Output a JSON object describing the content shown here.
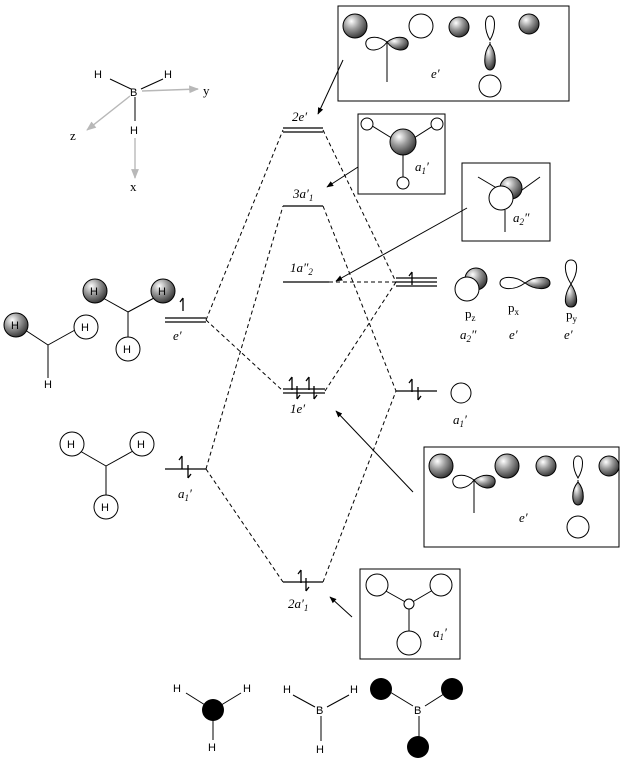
{
  "axes": {
    "h1": "H",
    "h2": "H",
    "boron": "B",
    "h3": "H",
    "y": "y",
    "z": "z",
    "x": "x"
  },
  "mo_labels": {
    "two_e_prime": "2e′",
    "three_a1_prime": "3a′",
    "three_a1_sub": "1",
    "one_a2_dprime": "1a″",
    "one_a2_sub": "2",
    "one_e_prime": "1e′",
    "two_a1_prime": "2a′",
    "two_a1_sub": "1"
  },
  "left_labels": {
    "e_prime": "e′",
    "a1_prime": "a",
    "a1_sub": "1",
    "a1_tick": "′"
  },
  "right_orbitals": {
    "pz": "p",
    "pz_sub": "z",
    "px": "p",
    "px_sub": "x",
    "py": "p",
    "py_sub": "y",
    "sym_pz": "a",
    "sym_pz_sub": "2",
    "sym_pz_tick": "″",
    "sym_px": "e′",
    "sym_py": "e′",
    "s_sym": "a",
    "s_sym_sub": "1",
    "s_sym_tick": "′"
  },
  "box_labels": {
    "top_box": "e′",
    "a1_box": "a",
    "a1_box_sub": "1",
    "a1_box_tick": "′",
    "a2_box": "a",
    "a2_box_sub": "2",
    "a2_box_tick": "″",
    "mid_box": "e′",
    "bottom_box": "a",
    "bottom_box_sub": "1",
    "bottom_box_tick": "′"
  },
  "fragment_atoms": {
    "h": "H"
  },
  "bottom_atoms": {
    "h": "H",
    "b": "B"
  },
  "colors": {
    "line": "#000000",
    "axis": "#b8b8b8",
    "shade_light": "#ffffff",
    "shade_dark": "#303030",
    "solid": "#000000"
  }
}
